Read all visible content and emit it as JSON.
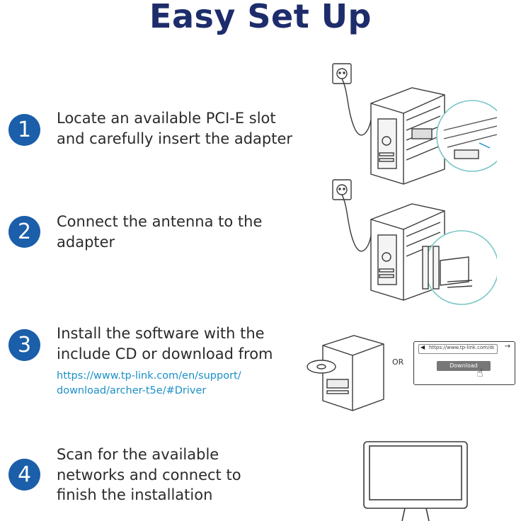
{
  "title": "Easy Set Up",
  "steps": [
    {
      "number": "1",
      "line1": "Locate an available PCI-E slot",
      "line2": "and carefully insert the adapter"
    },
    {
      "number": "2",
      "line1": "Connect the antenna to the",
      "line2": "adapter"
    },
    {
      "number": "3",
      "line1": "Install the software with the",
      "line2": "include CD or download from",
      "link1": "https://www.tp-link.com/en/support/",
      "link2": "download/archer-t5e/#Driver"
    },
    {
      "number": "4",
      "line1": "Scan for the available",
      "line2": "networks and connect to",
      "line3": "finish the installation"
    }
  ],
  "illustration": {
    "or_label": "OR",
    "browser_url": "https://www.tp-link.com/dowl...",
    "download_button": "Download"
  },
  "colors": {
    "title": "#1d2c6b",
    "badge": "#1b5ea9",
    "link": "#1b8fc7",
    "line": "#3a3a3a"
  }
}
